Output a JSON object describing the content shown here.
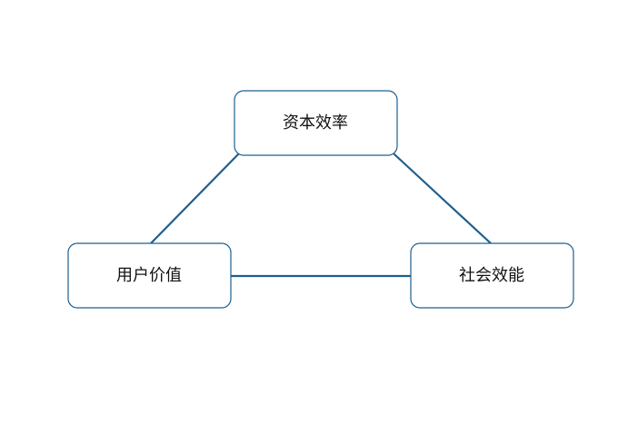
{
  "diagram": {
    "nodes": [
      {
        "id": "capital",
        "label": "资本效率"
      },
      {
        "id": "user",
        "label": "用户价值"
      },
      {
        "id": "social",
        "label": "社会效能"
      }
    ],
    "edges": [
      {
        "from": "capital",
        "to": "user"
      },
      {
        "from": "capital",
        "to": "social"
      },
      {
        "from": "user",
        "to": "social"
      }
    ],
    "colors": {
      "edge": "#1f5f8f",
      "node_border": "#1f5f8f",
      "text": "#111111",
      "background": "#ffffff"
    }
  }
}
